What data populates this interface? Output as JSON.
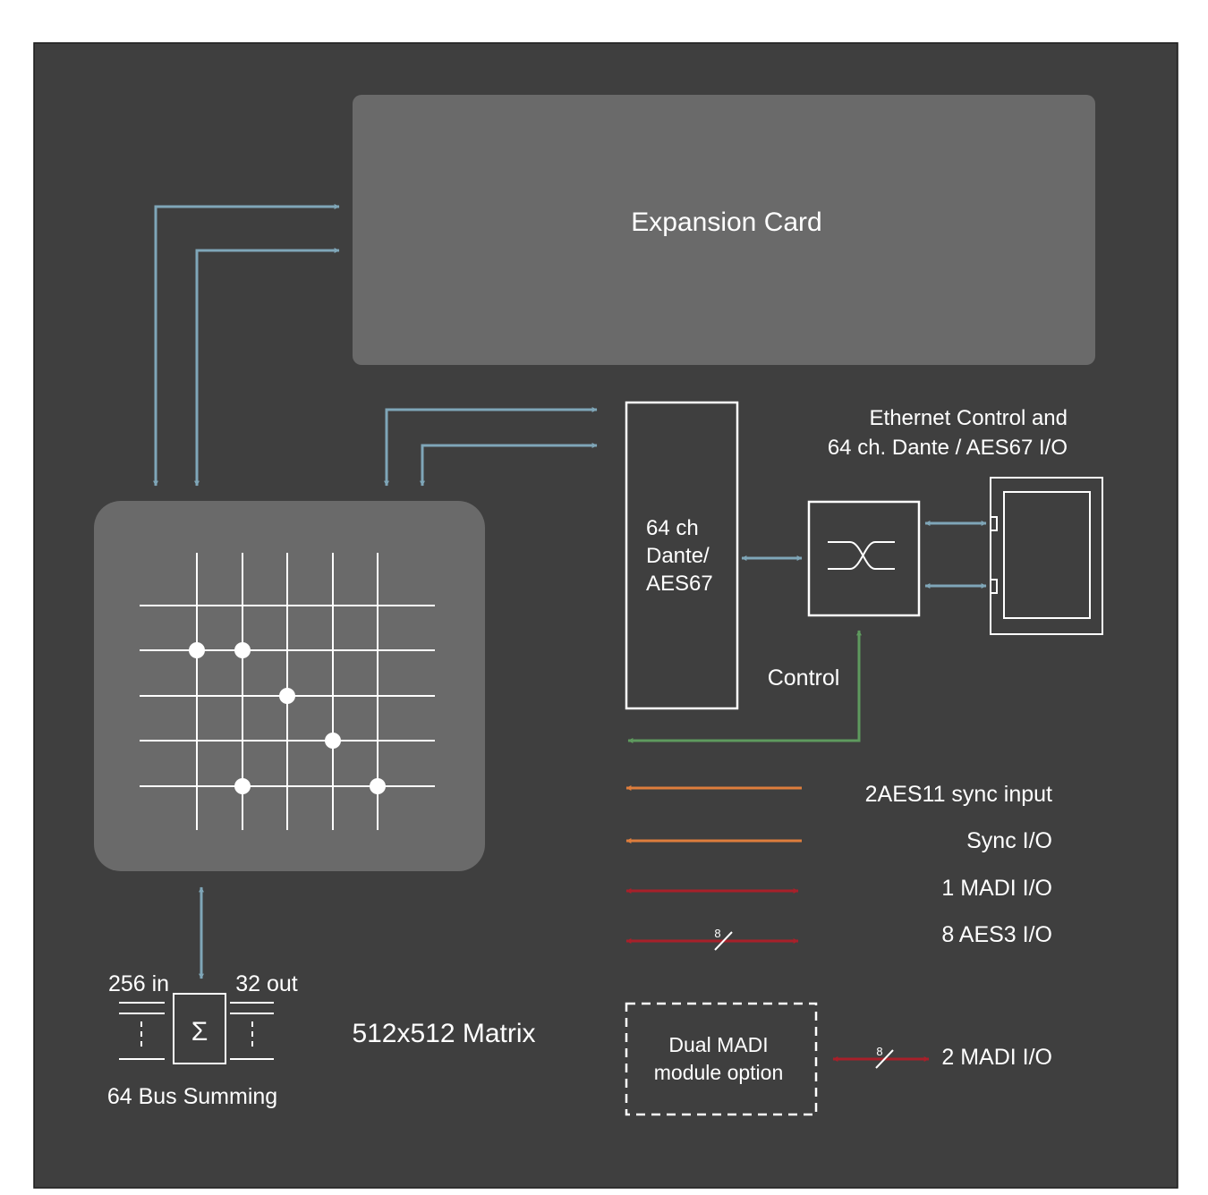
{
  "colors": {
    "background": "#3f3f3f",
    "panel": "#6a6a6a",
    "line_white": "#ffffff",
    "link_blue": "#7fa6b8",
    "control_green": "#5e9a5e",
    "sync_orange": "#de7d3c",
    "madi_red": "#a8202a"
  },
  "labels": {
    "expansion_card": "Expansion Card",
    "dante_line1": "64 ch",
    "dante_line2": "Dante/",
    "dante_line3": "AES67",
    "ethernet_line1": "Ethernet Control and",
    "ethernet_line2": "64 ch. Dante / AES67 I/O",
    "control": "Control",
    "sync_input": "2AES11 sync input",
    "sync_io": "Sync I/O",
    "madi_io": "1 MADI I/O",
    "aes3_io": "8 AES3 I/O",
    "aes3_count": "8",
    "dual_madi_line1": "Dual MADI",
    "dual_madi_line2": "module option",
    "dual_madi_count": "8",
    "dual_madi_io": "2 MADI I/O",
    "bus_in": "256 in",
    "bus_out": "32 out",
    "sigma": "Σ",
    "bus_summing": "64 Bus Summing",
    "matrix": "512x512 Matrix"
  },
  "icons": {
    "network_switch": "switch-crossover-icon",
    "ethernet_port": "ethernet-port-icon",
    "matrix_grid": "crosspoint-matrix-icon"
  }
}
